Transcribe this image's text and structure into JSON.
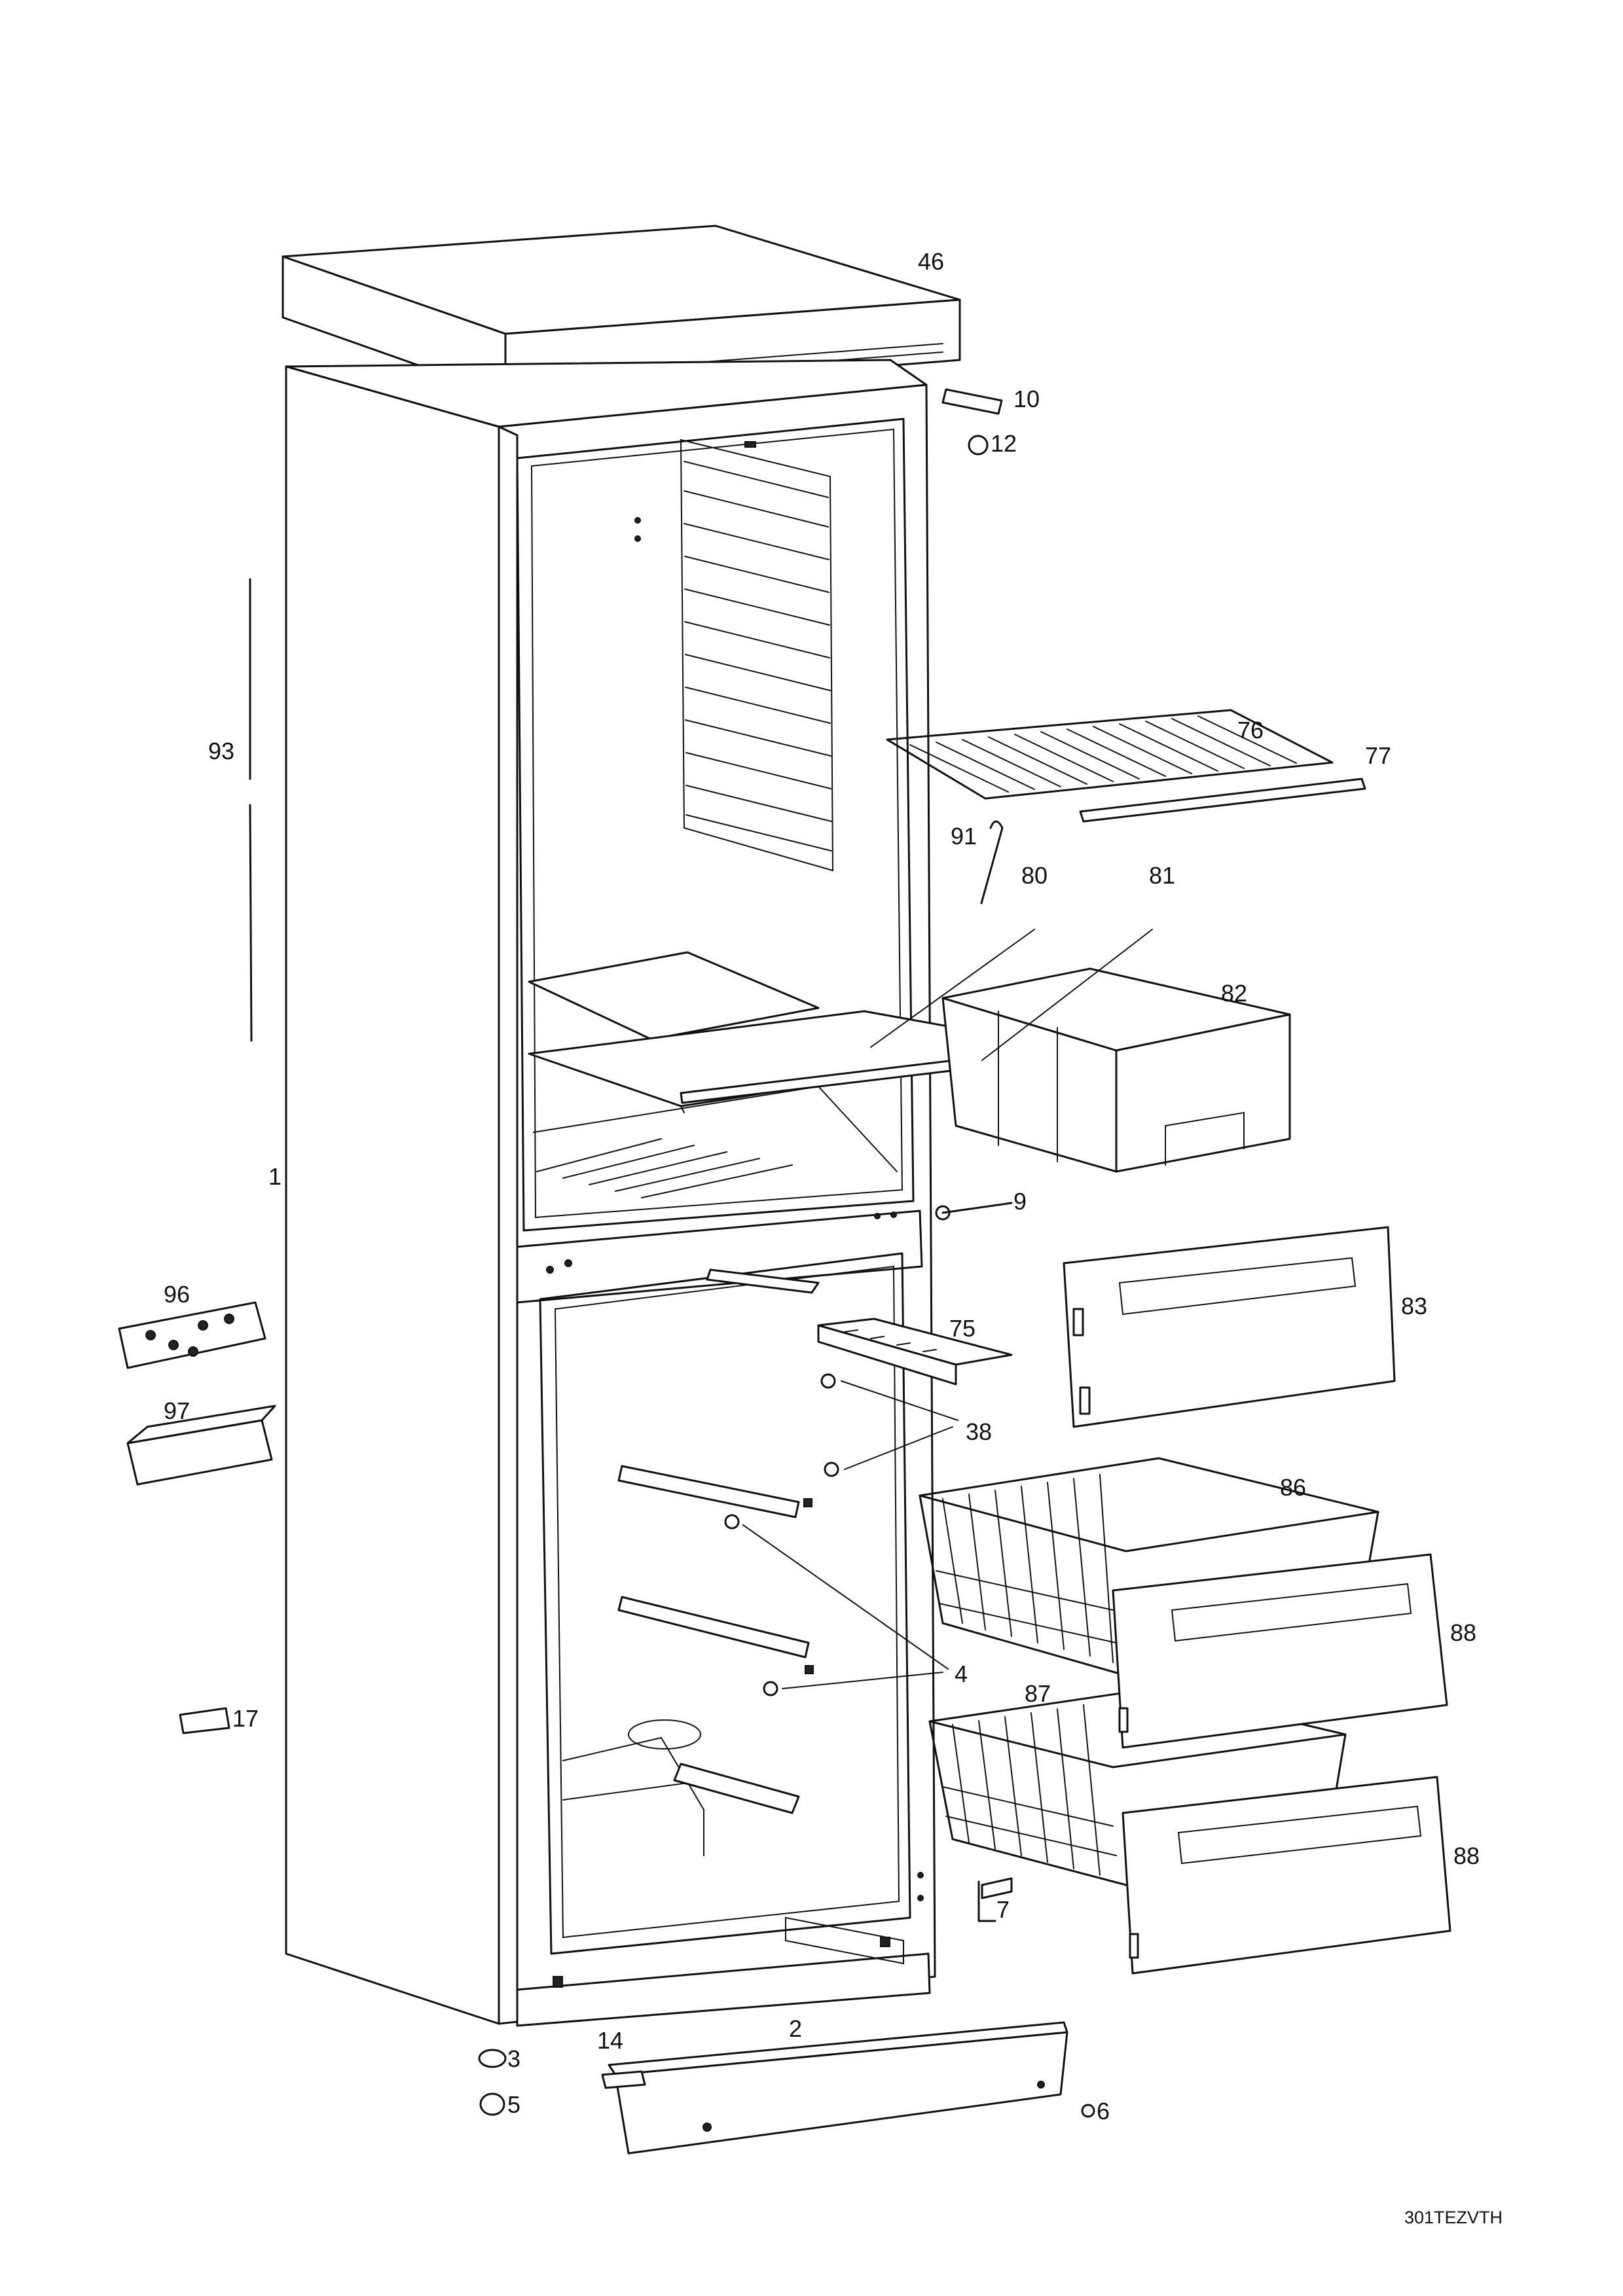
{
  "diagram": {
    "drawing_code": "301TEZVTH",
    "part_numbers": {
      "p1": "1",
      "p2": "2",
      "p3": "3",
      "p4": "4",
      "p5": "5",
      "p6": "6",
      "p7": "7",
      "p9": "9",
      "p10": "10",
      "p12": "12",
      "p14": "14",
      "p17": "17",
      "p38": "38",
      "p46": "46",
      "p75": "75",
      "p76": "76",
      "p77": "77",
      "p80": "80",
      "p81": "81",
      "p82": "82",
      "p83": "83",
      "p86": "86",
      "p87": "87",
      "p88a": "88",
      "p88b": "88",
      "p91": "91",
      "p93": "93",
      "p96": "96",
      "p97": "97"
    }
  }
}
